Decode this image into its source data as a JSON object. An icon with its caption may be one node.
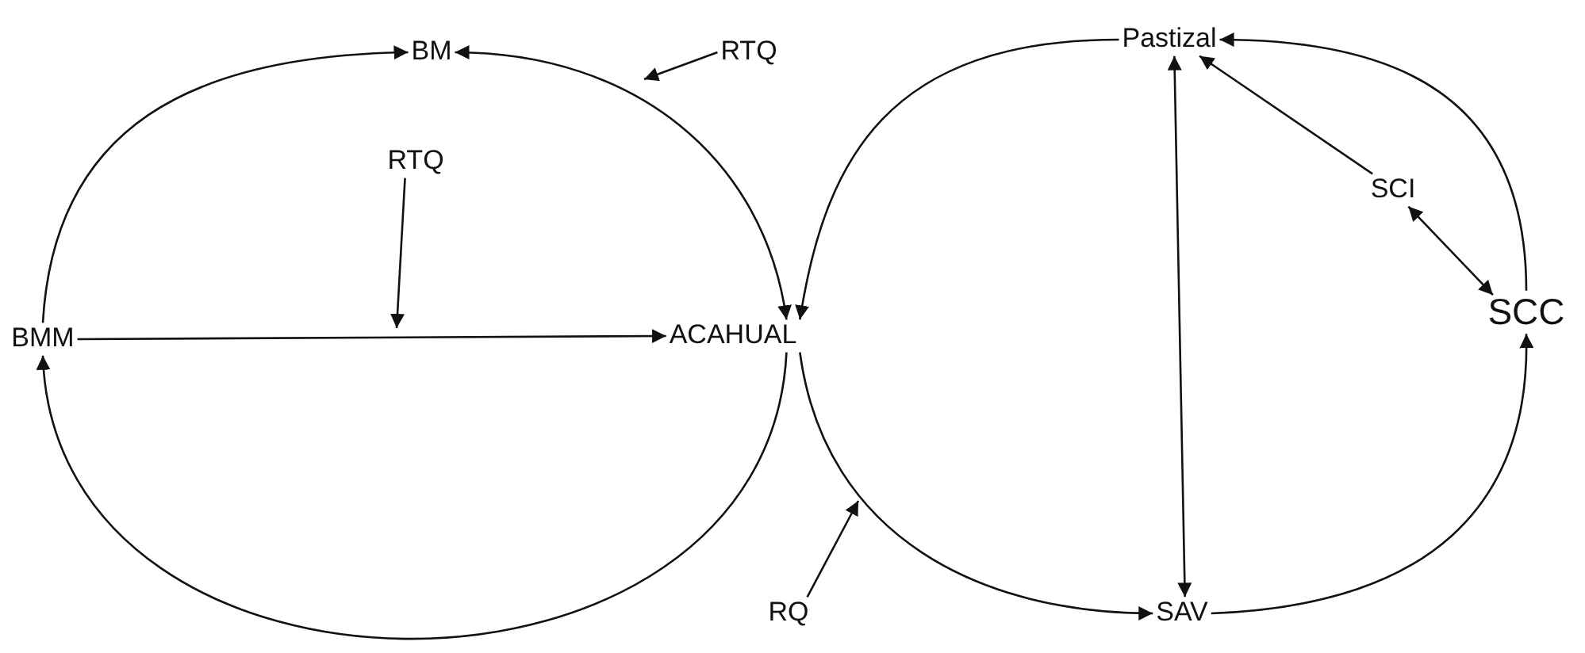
{
  "diagram": {
    "nodes": [
      {
        "text": [
          "BM"
        ]
      },
      {
        "text": [
          "RTQ"
        ]
      },
      {
        "text": [
          "RTQ"
        ]
      },
      {
        "text": [
          "BMM"
        ]
      },
      {
        "text": [
          "ACAHUAL"
        ]
      },
      {
        "text": [
          "Pastizal"
        ]
      },
      {
        "text": [
          "SCI"
        ]
      },
      {
        "text": [
          "SCC"
        ]
      },
      {
        "text": [
          "SAV"
        ]
      },
      {
        "text": [
          "RQ"
        ]
      }
    ],
    "edges": [
      {
        "from": 3,
        "to": 0,
        "arrow": "to"
      },
      {
        "from": 0,
        "to": 4,
        "arrow": "both"
      },
      {
        "from": 1,
        "to": null,
        "arrow": "to"
      },
      {
        "from": 2,
        "to": null,
        "arrow": "to"
      },
      {
        "from": 3,
        "to": 4,
        "arrow": "to"
      },
      {
        "from": 4,
        "to": 3,
        "arrow": "to"
      },
      {
        "from": 5,
        "to": 4,
        "arrow": "to"
      },
      {
        "from": 4,
        "to": 8,
        "arrow": "to"
      },
      {
        "from": 9,
        "to": null,
        "arrow": "to"
      },
      {
        "from": 5,
        "to": 8,
        "arrow": "both"
      },
      {
        "from": 6,
        "to": 5,
        "arrow": "to"
      },
      {
        "from": 6,
        "to": 7,
        "arrow": "both"
      },
      {
        "from": 7,
        "to": 5,
        "arrow": "to"
      },
      {
        "from": 8,
        "to": 7,
        "arrow": "to"
      }
    ]
  }
}
